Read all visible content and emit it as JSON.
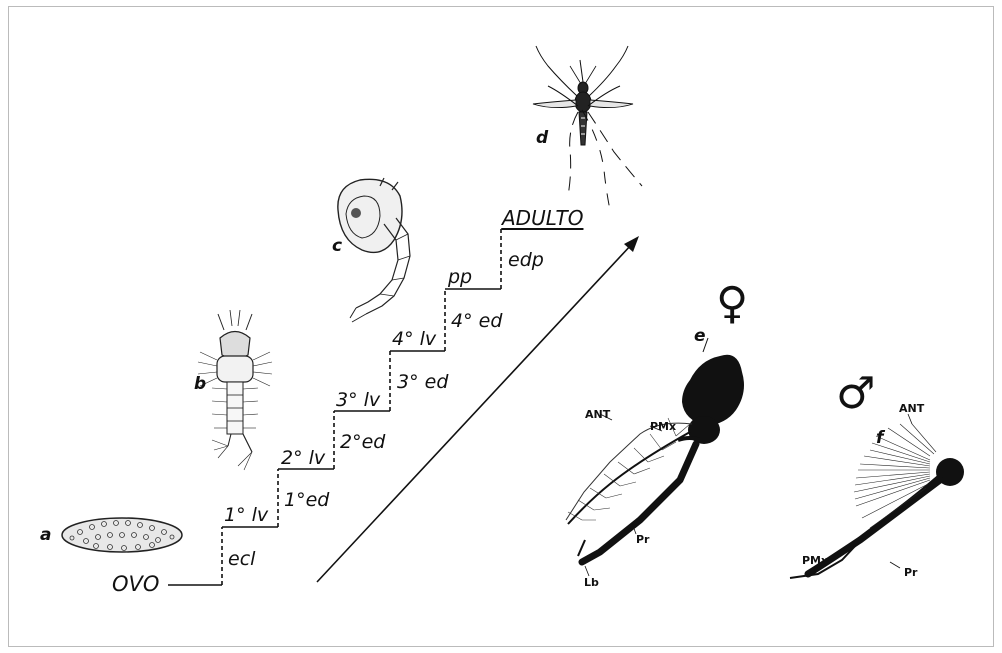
{
  "stages": {
    "ovo": "OVO",
    "ecl": "ecl",
    "lv1": "1° lv",
    "ed1": "1°ed",
    "lv2": "2° lv",
    "ed2": "2°ed",
    "lv3": "3° lv",
    "ed3": "3° ed",
    "lv4": "4° lv",
    "ed4": "4° ed",
    "pp": "pp",
    "edp": "edp",
    "adulto": "ADULTO"
  },
  "panels": {
    "a": "a",
    "b": "b",
    "c": "c",
    "d": "d",
    "e": "e",
    "f": "f"
  },
  "symbols": {
    "female": "♀",
    "male": "♂"
  },
  "anatomy_female": {
    "ant": "ANT",
    "pmx": "PMx",
    "pr": "Pr",
    "lb": "Lb"
  },
  "anatomy_male": {
    "ant": "ANT",
    "pmx": "PMx",
    "pr": "Pr"
  }
}
